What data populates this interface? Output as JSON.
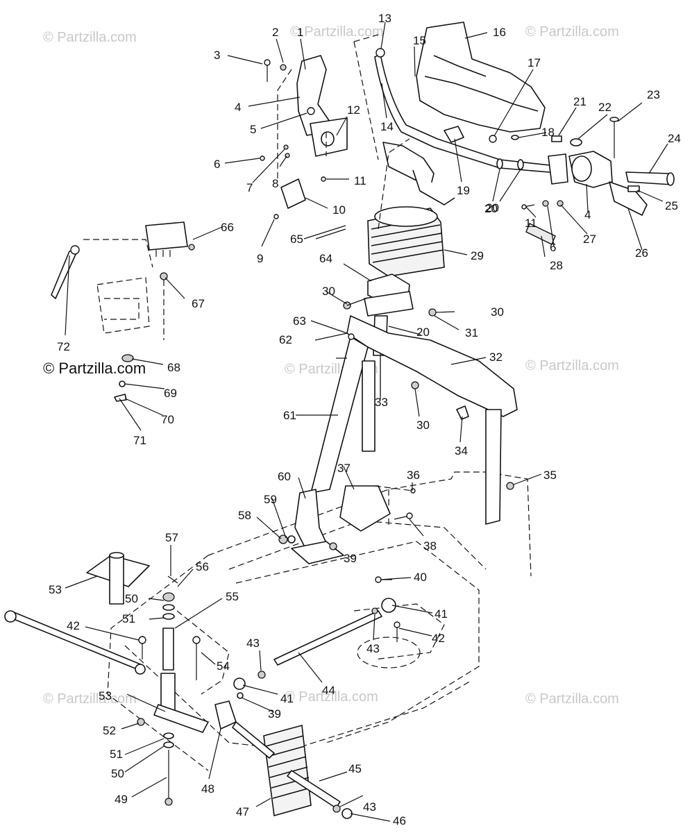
{
  "watermarks": [
    "© Partzilla.com",
    "© Partzilla.com",
    "© Partzilla.com",
    "© Partzilla.com",
    "© Partzilla.com",
    "© Partzilla.com",
    "© Partzilla.com",
    "© Partzilla.com",
    "© Partzilla.com"
  ],
  "callouts": [
    "1",
    "2",
    "3",
    "4",
    "5",
    "6",
    "7",
    "8",
    "9",
    "10",
    "11",
    "12",
    "13",
    "14",
    "15",
    "16",
    "17",
    "18",
    "19",
    "20",
    "21",
    "22",
    "23",
    "24",
    "25",
    "26",
    "27",
    "28",
    "29",
    "30",
    "31",
    "32",
    "33",
    "34",
    "35",
    "36",
    "37",
    "38",
    "39",
    "40",
    "41",
    "42",
    "43",
    "44",
    "45",
    "46",
    "47",
    "48",
    "49",
    "50",
    "51",
    "52",
    "53",
    "54",
    "55",
    "56",
    "57",
    "58",
    "59",
    "60",
    "61",
    "62",
    "63",
    "64",
    "65",
    "66",
    "67",
    "68",
    "69",
    "70",
    "71",
    "72",
    "4",
    "11",
    "6",
    "20",
    "30",
    "30",
    "43",
    "42",
    "41",
    "39",
    "43",
    "51",
    "50",
    "53",
    "20"
  ]
}
